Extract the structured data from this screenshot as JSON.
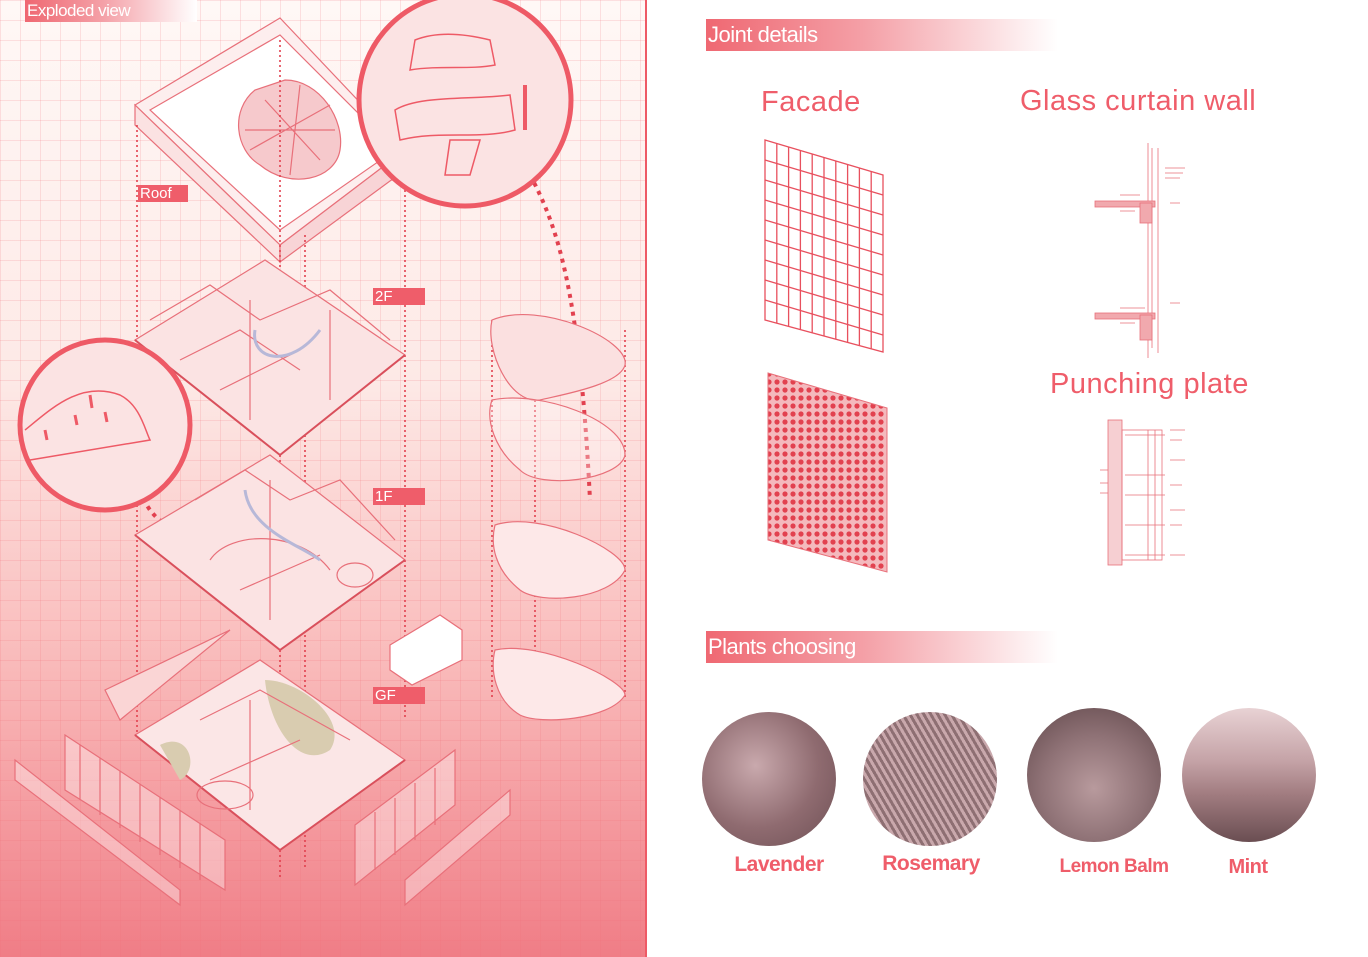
{
  "left_panel": {
    "title": "Exploded view",
    "floor_labels": {
      "roof": "Roof",
      "second": "2F",
      "first": "1F",
      "ground": "GF"
    }
  },
  "right_panel": {
    "joint_details": {
      "heading": "Joint details",
      "facade": "Facade",
      "glass_curtain_wall": "Glass curtain wall",
      "punching_plate": "Punching plate"
    },
    "plants": {
      "heading": "Plants choosing",
      "items": [
        {
          "label": "Lavender"
        },
        {
          "label": "Rosemary"
        },
        {
          "label": "Lemon Balm"
        },
        {
          "label": "Mint"
        }
      ]
    }
  },
  "colors": {
    "accent": "#ef5d6a",
    "line": "#e8707a",
    "photo_tint": "#b58e92"
  }
}
